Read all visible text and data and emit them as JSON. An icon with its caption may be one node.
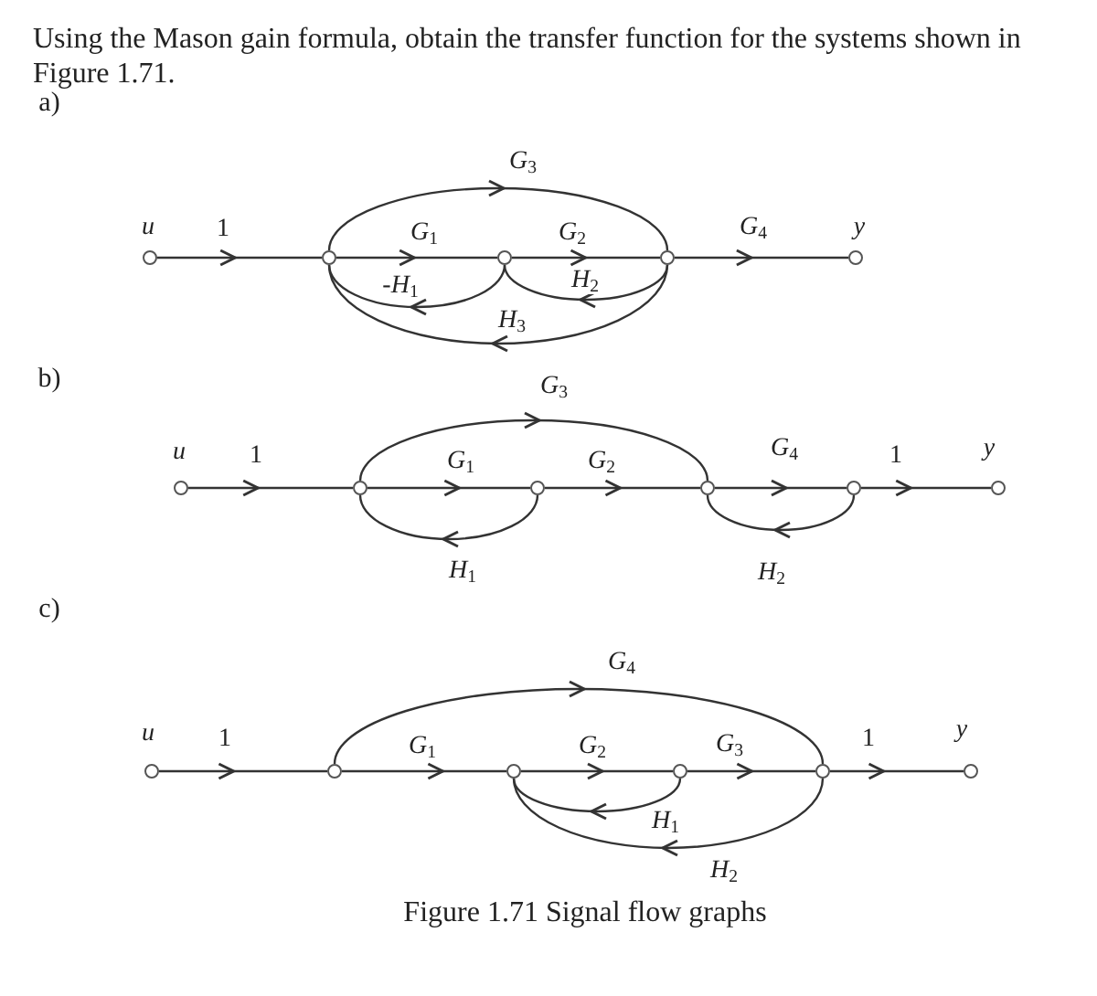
{
  "diagram": {
    "title": "Using the Mason gain formula, obtain the transfer function for the systems shown in Figure 1.71.",
    "caption": "Figure 1.71 Signal flow graphs",
    "nodes": [
      {
        "text": [],
        "shape": "circle",
        "beside": [
          "u"
        ]
      },
      {
        "text": [],
        "shape": "circle"
      },
      {
        "text": [],
        "shape": "circle"
      },
      {
        "text": [],
        "shape": "circle"
      },
      {
        "text": [],
        "shape": "circle",
        "beside": [
          "y"
        ]
      },
      {
        "text": [],
        "shape": "circle",
        "beside": [
          "u"
        ]
      },
      {
        "text": [],
        "shape": "circle"
      },
      {
        "text": [],
        "shape": "circle"
      },
      {
        "text": [],
        "shape": "circle"
      },
      {
        "text": [],
        "shape": "circle"
      },
      {
        "text": [],
        "shape": "circle",
        "beside": [
          "y"
        ]
      },
      {
        "text": [],
        "shape": "circle",
        "beside": [
          "u"
        ]
      },
      {
        "text": [],
        "shape": "circle"
      },
      {
        "text": [],
        "shape": "circle"
      },
      {
        "text": [],
        "shape": "circle"
      },
      {
        "text": [],
        "shape": "circle"
      },
      {
        "text": [],
        "shape": "circle",
        "beside": [
          "y"
        ]
      }
    ],
    "edges": [
      {
        "from": 0,
        "to": 1,
        "arrow": "to",
        "label": "1"
      },
      {
        "from": 1,
        "to": 2,
        "arrow": "to",
        "label": "*G*$_{1}$"
      },
      {
        "from": 2,
        "to": 3,
        "arrow": "to",
        "label": "*G*$_{2}$"
      },
      {
        "from": 3,
        "to": 4,
        "arrow": "to",
        "label": "*G*$_{4}$"
      },
      {
        "from": 1,
        "to": 3,
        "arrow": "to",
        "label": "*G*$_{3}$"
      },
      {
        "from": 2,
        "to": 1,
        "arrow": "to",
        "label": "-*H*$_{1}$"
      },
      {
        "from": 3,
        "to": 2,
        "arrow": "to",
        "label": "*H*$_{2}$"
      },
      {
        "from": 3,
        "to": 1,
        "arrow": "to",
        "label": "*H*$_{3}$"
      },
      {
        "from": 5,
        "to": 6,
        "arrow": "to",
        "label": "1"
      },
      {
        "from": 6,
        "to": 7,
        "arrow": "to",
        "label": "*G*$_{1}$"
      },
      {
        "from": 7,
        "to": 8,
        "arrow": "to",
        "label": "*G*$_{2}$"
      },
      {
        "from": 8,
        "to": 9,
        "arrow": "to",
        "label": "*G*$_{4}$"
      },
      {
        "from": 9,
        "to": 10,
        "arrow": "to",
        "label": "1"
      },
      {
        "from": 6,
        "to": 8,
        "arrow": "to",
        "label": "*G*$_{3}$"
      },
      {
        "from": 7,
        "to": 6,
        "arrow": "to",
        "label": "*H*$_{1}$"
      },
      {
        "from": 9,
        "to": 8,
        "arrow": "to",
        "label": "*H*$_{2}$"
      },
      {
        "from": 11,
        "to": 12,
        "arrow": "to",
        "label": "1"
      },
      {
        "from": 12,
        "to": 13,
        "arrow": "to",
        "label": "*G*$_{1}$"
      },
      {
        "from": 13,
        "to": 14,
        "arrow": "to",
        "label": "*G*$_{2}$"
      },
      {
        "from": 14,
        "to": 15,
        "arrow": "to",
        "label": "*G*$_{3}$"
      },
      {
        "from": 15,
        "to": 16,
        "arrow": "to",
        "label": "1"
      },
      {
        "from": 12,
        "to": 15,
        "arrow": "to",
        "label": "*G*$_{4}$"
      },
      {
        "from": 14,
        "to": 13,
        "arrow": "to",
        "label": "*H*$_{1}$"
      },
      {
        "from": 15,
        "to": 13,
        "arrow": "to",
        "label": "*H*$_{2}$"
      }
    ],
    "labels": [
      "a)",
      "b)",
      "c)"
    ]
  }
}
